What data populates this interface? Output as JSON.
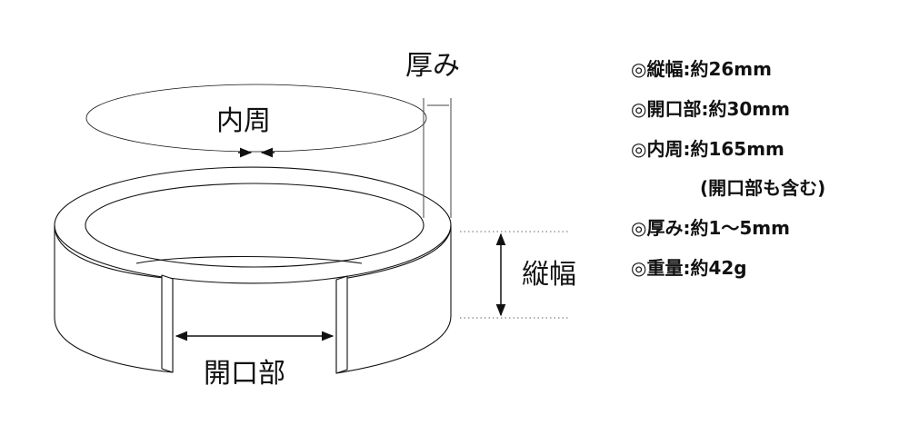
{
  "labels": {
    "thickness": "厚み",
    "inner_circumference": "内周",
    "width": "縦幅",
    "opening": "開口部"
  },
  "specs": [
    "◎縦幅:約26mm",
    "◎開口部:約30mm",
    "◎内周:約165mm",
    "(開口部も含む)",
    "◎厚み:約1〜5mm",
    "◎重量:約42g"
  ],
  "colors": {
    "line": "#111111",
    "dotted": "#666666",
    "background": "#ffffff"
  }
}
